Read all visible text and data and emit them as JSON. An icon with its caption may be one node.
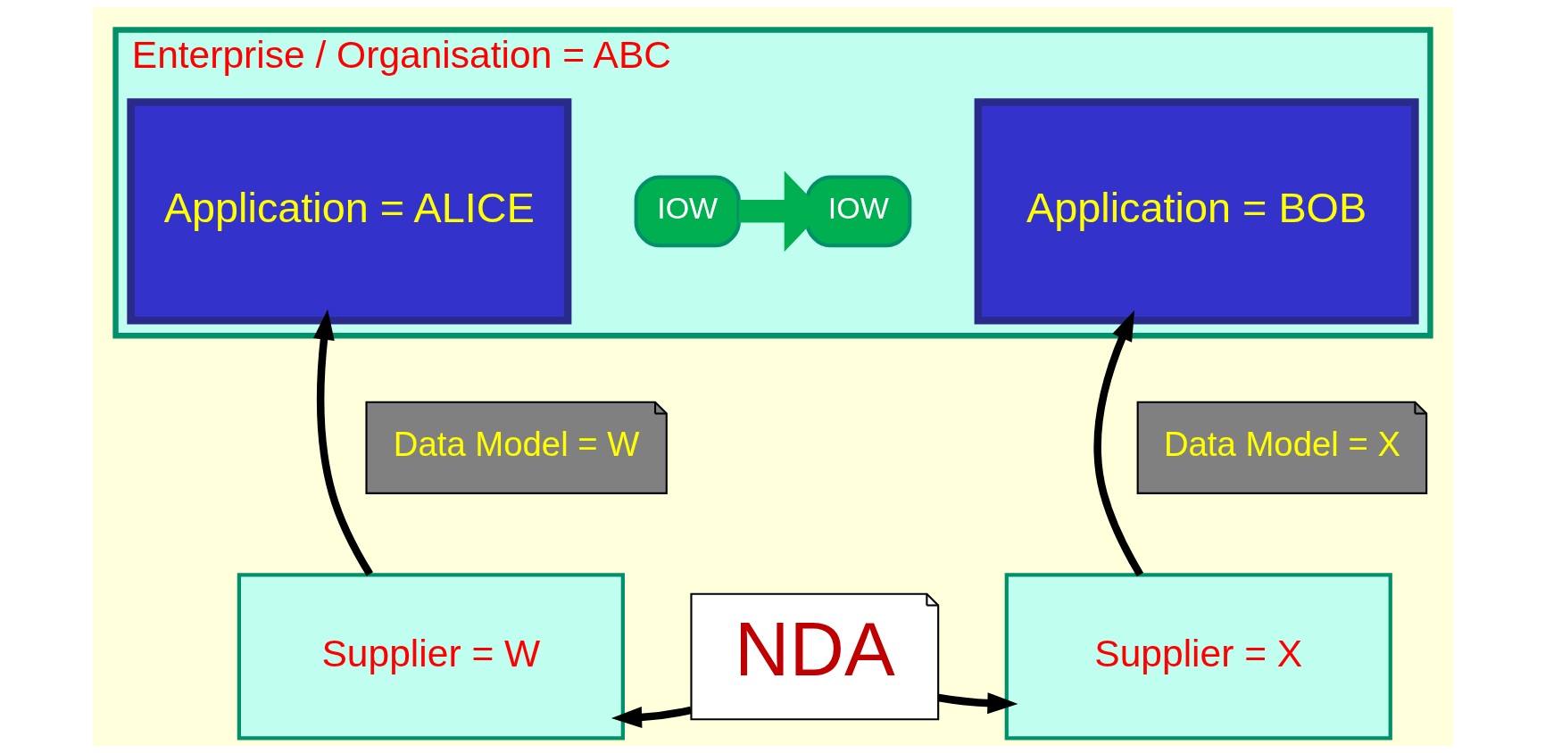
{
  "diagram": {
    "nodes": [
      {
        "text": [
          "Enterprise / Organisation = ABC"
        ]
      },
      {
        "text": [
          "Application = ALICE"
        ],
        "in": 0
      },
      {
        "text": [
          "IOW"
        ],
        "in": 0
      },
      {
        "text": [
          "IOW"
        ],
        "in": 0
      },
      {
        "text": [
          "Application = BOB"
        ],
        "in": 0
      },
      {
        "text": [
          "Data Model = W"
        ]
      },
      {
        "text": [
          "Data Model = X"
        ]
      },
      {
        "text": [
          "Supplier = W"
        ]
      },
      {
        "text": [
          "NDA"
        ]
      },
      {
        "text": [
          "Supplier = X"
        ]
      }
    ],
    "edges": [
      {
        "from": 2,
        "to": 3,
        "arrow": "to",
        "style": "thick",
        "color": "#00b050"
      },
      {
        "from": 7,
        "to": 1,
        "arrow": "to"
      },
      {
        "from": 9,
        "to": 4,
        "arrow": "to"
      },
      {
        "from": 8,
        "to": 7,
        "arrow": "to"
      },
      {
        "from": 8,
        "to": 9,
        "arrow": "to"
      }
    ]
  }
}
